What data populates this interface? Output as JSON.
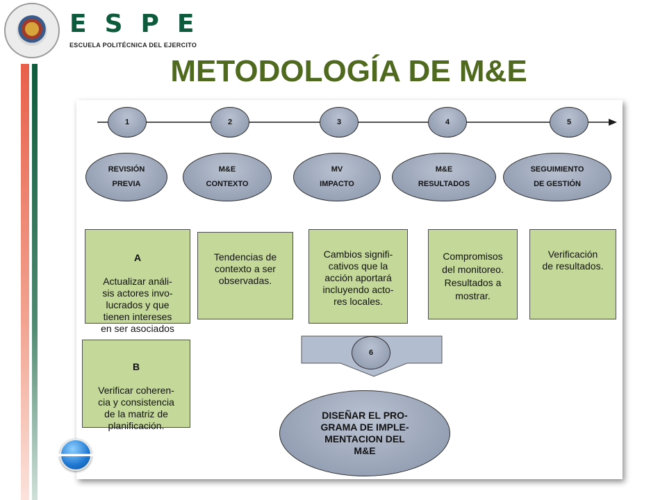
{
  "header": {
    "brand": "ESPE",
    "subtitle": "ESCUELA POLITÉCNICA DEL EJERCITO",
    "title": "METODOLOGÍA DE M&E"
  },
  "diagram": {
    "steps": [
      {
        "number": "1",
        "phase": "REVISIÓN\nPREVIA"
      },
      {
        "number": "2",
        "phase": "M&E\nCONTEXTO"
      },
      {
        "number": "3",
        "phase": "MV\nIMPACTO"
      },
      {
        "number": "4",
        "phase": "M&E\nRESULTADOS"
      },
      {
        "number": "5",
        "phase": "SEGUIMIENTO\nDE GESTIÓN"
      }
    ],
    "boxes": [
      {
        "head": "A",
        "text": "Actualizar análi-\nsis actores invo-\nlucrados y que\ntienen intereses\nen ser asociados"
      },
      {
        "head": "",
        "text": "Tendencias de\ncontexto a ser\nobservadas."
      },
      {
        "head": "",
        "text": "Cambios signifi-\ncativos que la\nacción aportará\nincluyendo acto-\nres locales."
      },
      {
        "head": "",
        "text": "Compromisos\ndel monitoreo.\nResultados a\nmostrar."
      },
      {
        "head": "",
        "text": "Verificación\nde resultados."
      },
      {
        "head": "B",
        "text": "Verificar coheren-\ncia y consistencia\nde la matriz de\nplanificación."
      }
    ],
    "step6": "6",
    "final": "DISEÑAR EL PRO-\nGRAMA DE IMPLE-\nMENTACION DEL\nM&E"
  },
  "nav": {
    "back_icon": "left-arrow-icon",
    "back_glyph": "🡐"
  }
}
